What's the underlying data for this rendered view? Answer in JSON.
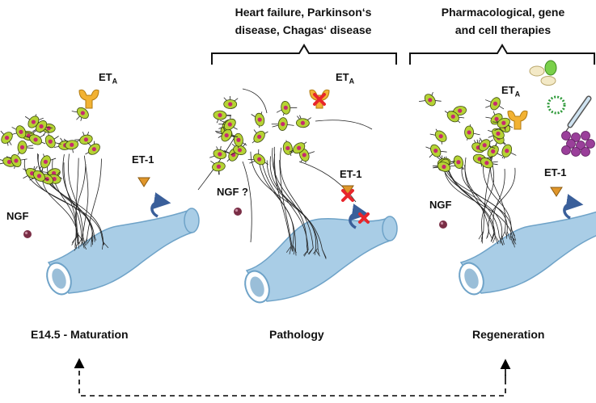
{
  "headers": {
    "pathology_line1": "Heart failure, Parkinson‘s",
    "pathology_line2": "disease, Chagas‘ disease",
    "therapy_line1": "Pharmacological, gene",
    "therapy_line2": "and cell therapies"
  },
  "panels": [
    {
      "title": "E14.5 - Maturation",
      "eta_main": "ET",
      "eta_sub": "A",
      "et1": "ET-1",
      "ngf": "NGF"
    },
    {
      "title": "Pathology",
      "eta_main": "ET",
      "eta_sub": "A",
      "et1": "ET-1",
      "ngf": "NGF ?"
    },
    {
      "title": "Regeneration",
      "eta_main": "ET",
      "eta_sub": "A",
      "et1": "ET-1",
      "ngf": "NGF"
    }
  ],
  "colors": {
    "vessel": "#a9cde6",
    "vessel_dark": "#6fa3c8",
    "cell_body": "#b5d334",
    "nucleus": "#c72a6e",
    "receptor": "#f2b233",
    "ligand": "#e0962a",
    "ngf_dot": "#7a2e46",
    "blocked": "#e8262b",
    "arrow": "#3a5f9a"
  }
}
